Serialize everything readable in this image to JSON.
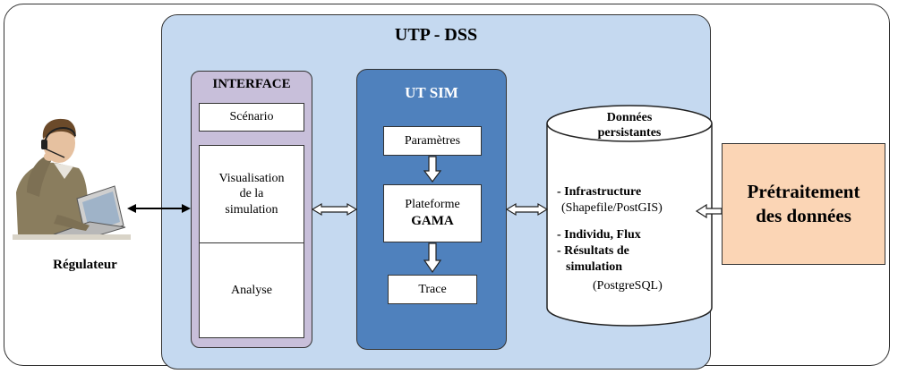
{
  "utp_title": "UTP - DSS",
  "interface": {
    "title": "INTERFACE",
    "scenario": "Scénario",
    "visualisation": [
      "Visualisation",
      "de la",
      "simulation"
    ],
    "analyse": "Analyse"
  },
  "ut_sim": {
    "title": "UT SIM",
    "parametres": "Paramètres",
    "plateforme_line1": "Plateforme",
    "plateforme_line2": "GAMA",
    "trace": "Trace"
  },
  "donnees": {
    "title_line1": "Données",
    "title_line2": "persistantes",
    "infrastructure": "- Infrastructure",
    "infrastructure_detail": "(Shapefile/PostGIS)",
    "individu": "- Individu, Flux",
    "resultats_line1": "- Résultats de",
    "resultats_line2": "simulation",
    "postgres": "(PostgreSQL)"
  },
  "regulateur": "Régulateur",
  "pretraitement": {
    "line1": "Prétraitement",
    "line2": "des données"
  },
  "colors": {
    "utp_bg": "#c5d9f0",
    "interface_bg": "#c8bfda",
    "utsim_bg": "#4f81bd",
    "pretraitement_bg": "#fbd5b5"
  }
}
